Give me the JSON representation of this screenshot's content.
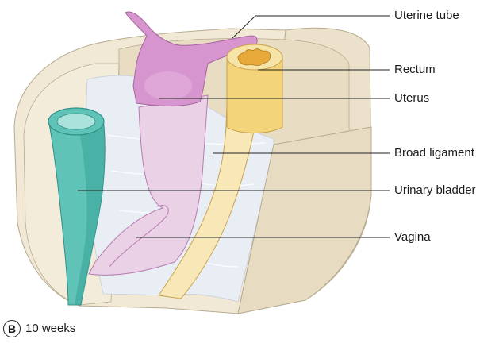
{
  "labels": {
    "uterine_tube": "Uterine tube",
    "rectum": "Rectum",
    "uterus": "Uterus",
    "broad_ligament": "Broad ligament",
    "urinary_bladder": "Urinary bladder",
    "vagina": "Vagina"
  },
  "panel": {
    "letter": "B",
    "caption": "10 weeks"
  },
  "colors": {
    "body_wall": "#efe6d2",
    "body_wall_outline": "#b7ab90",
    "ligament": "#e9eef5",
    "uterus": "#d795cf",
    "uterus_light": "#ead1e6",
    "bladder": "#5fc3b8",
    "bladder_light": "#a9e3dc",
    "rectum": "#f3d47a",
    "rectum_light": "#f8e8b8",
    "rectum_lumen": "#e6a93a",
    "leader_line": "#222222"
  }
}
